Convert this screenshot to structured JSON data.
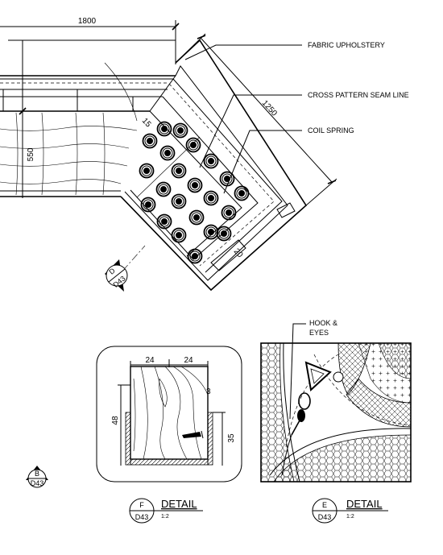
{
  "plan": {
    "dim_top": "1800",
    "dim_diag": "1250",
    "dim_seat": "550",
    "dim_small": "20",
    "callouts": {
      "fabric": "FABRIC UPHOLSTERY",
      "seam": "CROSS PATTERN SEAM LINE",
      "coil": "COIL SPRING"
    },
    "tag_d": {
      "top": "D",
      "bottom": "D43"
    },
    "tag_b": {
      "top": "B",
      "bottom": "D43"
    }
  },
  "detail_f": {
    "tag_top": "F",
    "tag_bottom": "D43",
    "title": "DETAIL",
    "scale": "1:2",
    "dims": {
      "left_w": "24",
      "right_w": "24",
      "gap": "3",
      "height": "48",
      "height2": "35"
    }
  },
  "detail_e": {
    "tag_top": "E",
    "tag_bottom": "D43",
    "title": "DETAIL",
    "scale": "1:2",
    "callout_line1": "HOOK &",
    "callout_line2": "EYES"
  }
}
